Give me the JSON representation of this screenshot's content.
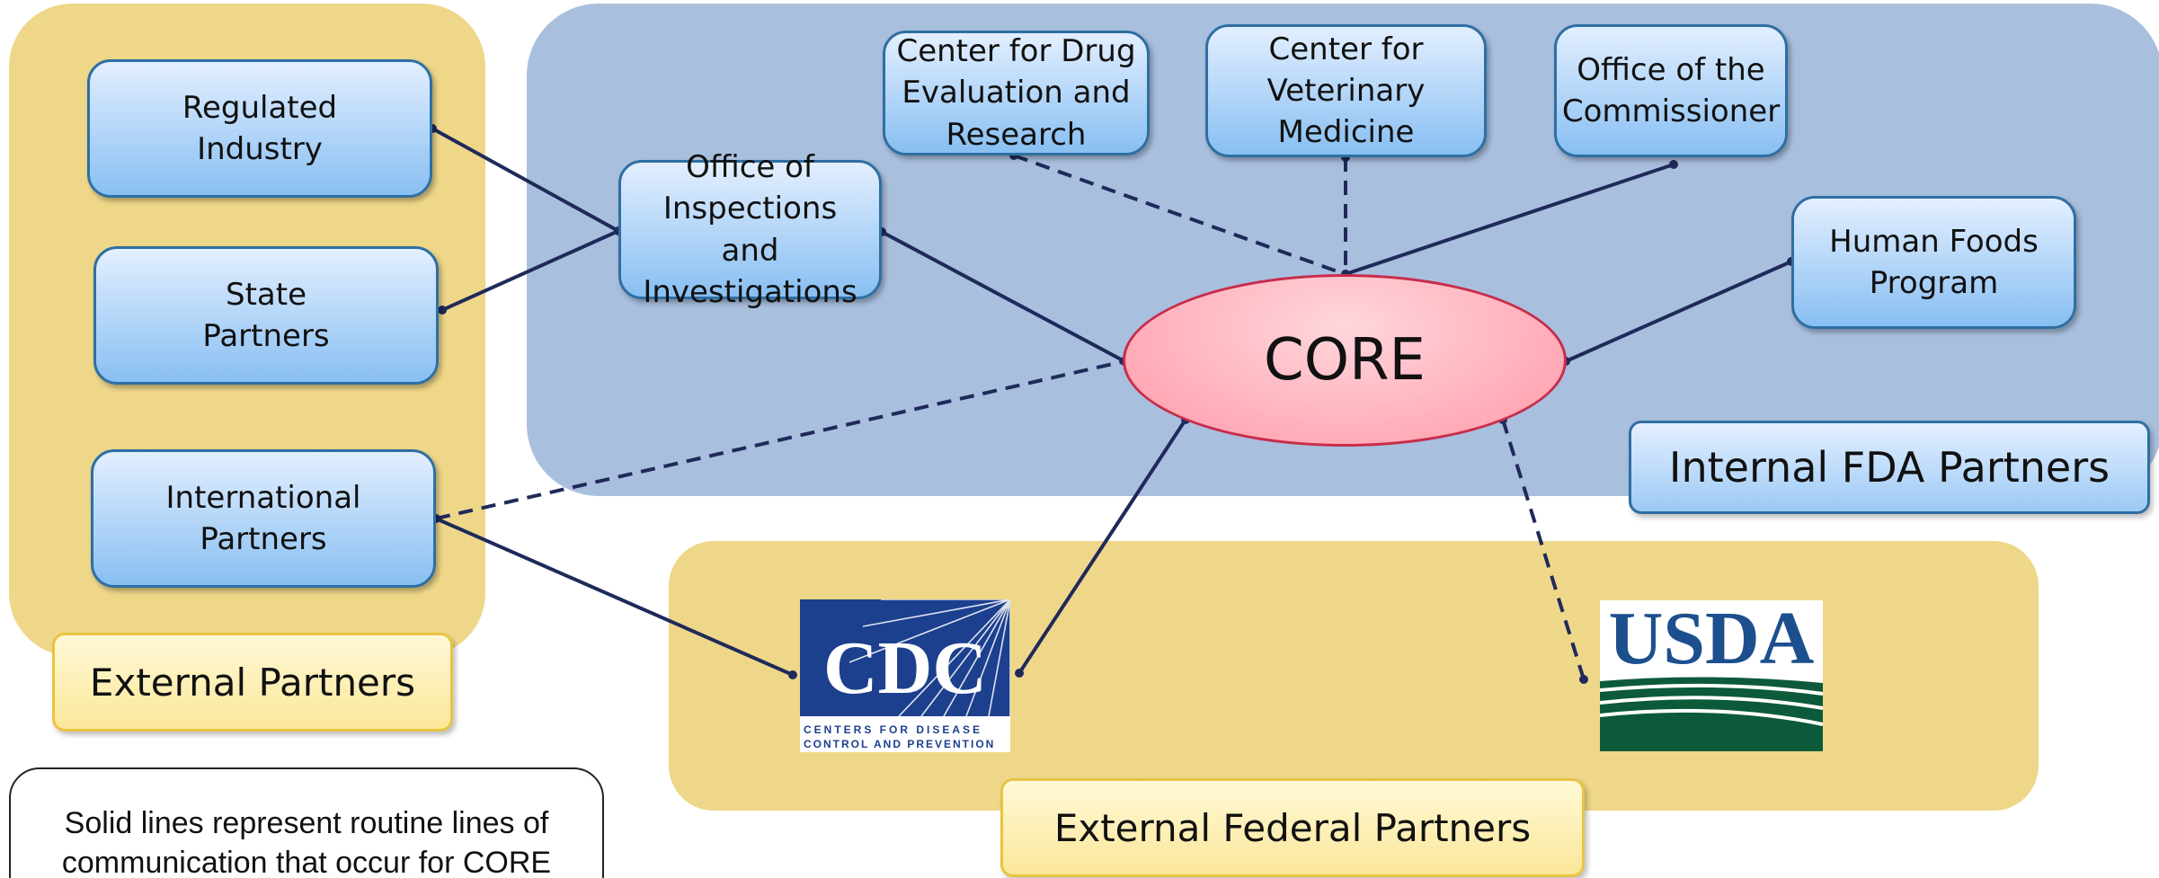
{
  "diagram": {
    "center": "CORE",
    "regions": {
      "external_partners": "External Partners",
      "internal_fda_partners": "Internal FDA Partners",
      "external_federal_partners": "External Federal Partners"
    },
    "nodes": {
      "regulated_industry": "Regulated\nIndustry",
      "state_partners": "State\nPartners",
      "international_partners": "International\nPartners",
      "office_inspections": "Office of\nInspections and\nInvestigations",
      "cder": "Center for Drug\nEvaluation and\nResearch",
      "cvm": "Center for\nVeterinary\nMedicine",
      "commissioner": "Office of the\nCommissioner",
      "human_foods": "Human Foods\nProgram"
    },
    "logos": {
      "cdc": {
        "wordmark": "CDC",
        "line1": "CENTERS FOR DISEASE",
        "line2": "CONTROL AND PREVENTION"
      },
      "usda": {
        "wordmark": "USDA"
      }
    },
    "legend": "Solid lines represent routine lines of communication that occur for CORE",
    "colors": {
      "yellow_region": "#efd78a",
      "blue_region": "#a9bfde",
      "line": "#1f2a5a",
      "core_fill": "#ff9aa8",
      "core_border": "#c82c4c",
      "cdc_blue": "#1c3f8e",
      "usda_blue": "#1c4f8e",
      "usda_green": "#0c5a3a"
    },
    "connections": [
      {
        "from": "Regulated Industry",
        "to": "Office of Inspections and Investigations",
        "style": "solid"
      },
      {
        "from": "State Partners",
        "to": "Office of Inspections and Investigations",
        "style": "solid"
      },
      {
        "from": "Office of Inspections and Investigations",
        "to": "CORE",
        "style": "solid"
      },
      {
        "from": "Center for Drug Evaluation and Research",
        "to": "CORE",
        "style": "dashed"
      },
      {
        "from": "Center for Veterinary Medicine",
        "to": "CORE",
        "style": "dashed"
      },
      {
        "from": "Office of the Commissioner",
        "to": "CORE",
        "style": "solid"
      },
      {
        "from": "Human Foods Program",
        "to": "CORE",
        "style": "solid"
      },
      {
        "from": "International Partners",
        "to": "CORE",
        "style": "dashed"
      },
      {
        "from": "International Partners",
        "to": "CDC",
        "style": "solid"
      },
      {
        "from": "CORE",
        "to": "CDC",
        "style": "solid"
      },
      {
        "from": "CORE",
        "to": "USDA",
        "style": "dashed"
      }
    ]
  }
}
